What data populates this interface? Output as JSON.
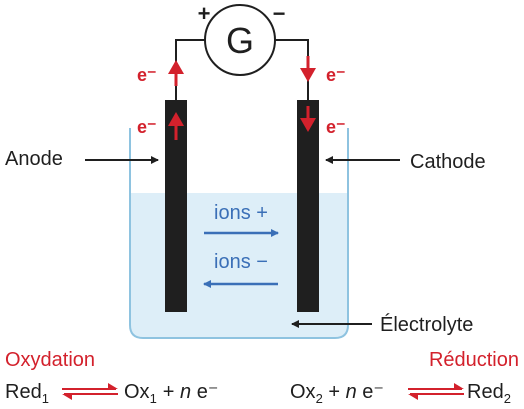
{
  "galvanometer": {
    "symbol": "G",
    "plus_sign": "+",
    "minus_sign": "−"
  },
  "electron_label": "e⁻",
  "labels": {
    "anode": "Anode",
    "cathode": "Cathode",
    "electrolyte": "Électrolyte"
  },
  "ions": {
    "positive": "ions +",
    "negative": "ions −"
  },
  "left_reaction": {
    "title": "Oxydation",
    "red": "Red",
    "red_sub": "1",
    "ox": "Ox",
    "ox_sub": "1",
    "plus_n": "+ ",
    "n": "n",
    "electron": " e⁻"
  },
  "right_reaction": {
    "title": "Réduction",
    "ox": "Ox",
    "ox_sub": "2",
    "plus_n": " + ",
    "n": "n",
    "electron": " e⁻",
    "red": "Red",
    "red_sub": "2"
  },
  "colors": {
    "accent_red": "#d3212c",
    "ion_blue": "#3a6fb7",
    "electrolyte_fill": "#ddeef8",
    "beaker_stroke": "#8ec3e0",
    "electrode": "#1f1f1f"
  }
}
